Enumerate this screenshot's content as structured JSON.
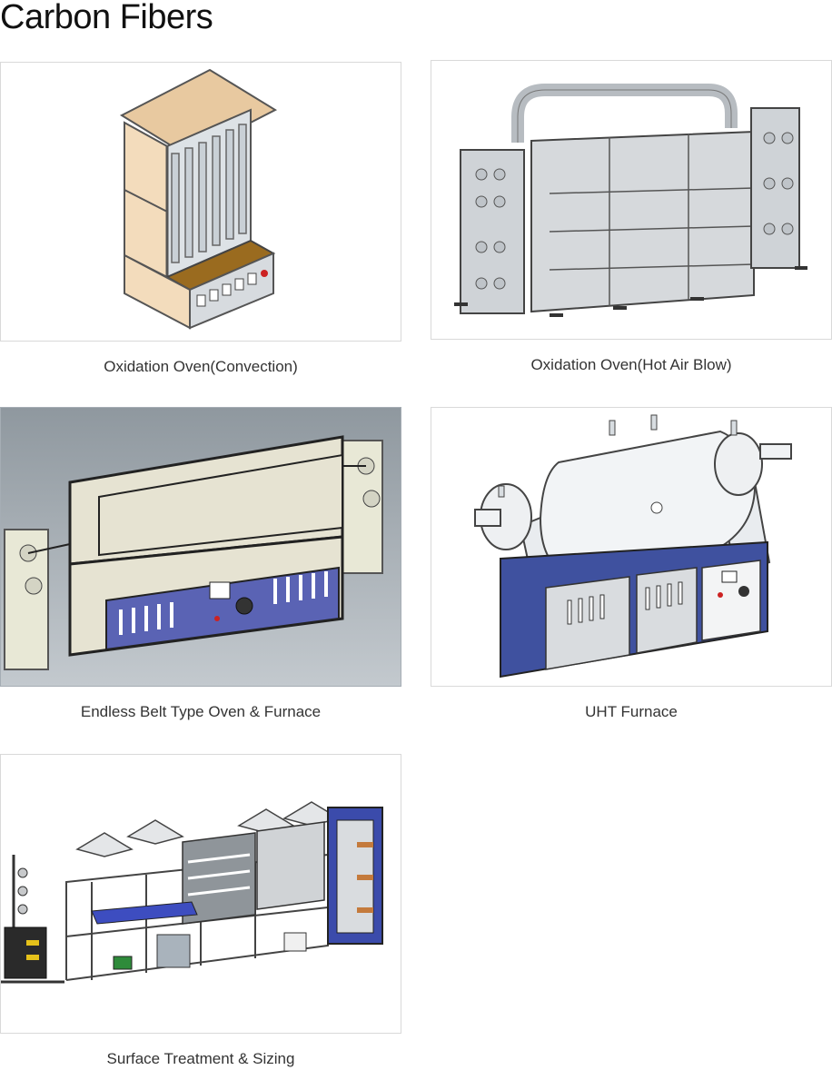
{
  "page": {
    "title": "Carbon Fibers"
  },
  "products": [
    {
      "caption": "Oxidation Oven(Convection)"
    },
    {
      "caption": "Oxidation Oven(Hot Air Blow)"
    },
    {
      "caption": "Endless Belt Type Oven & Furnace"
    },
    {
      "caption": "UHT Furnace"
    },
    {
      "caption": "Surface Treatment & Sizing"
    }
  ]
}
